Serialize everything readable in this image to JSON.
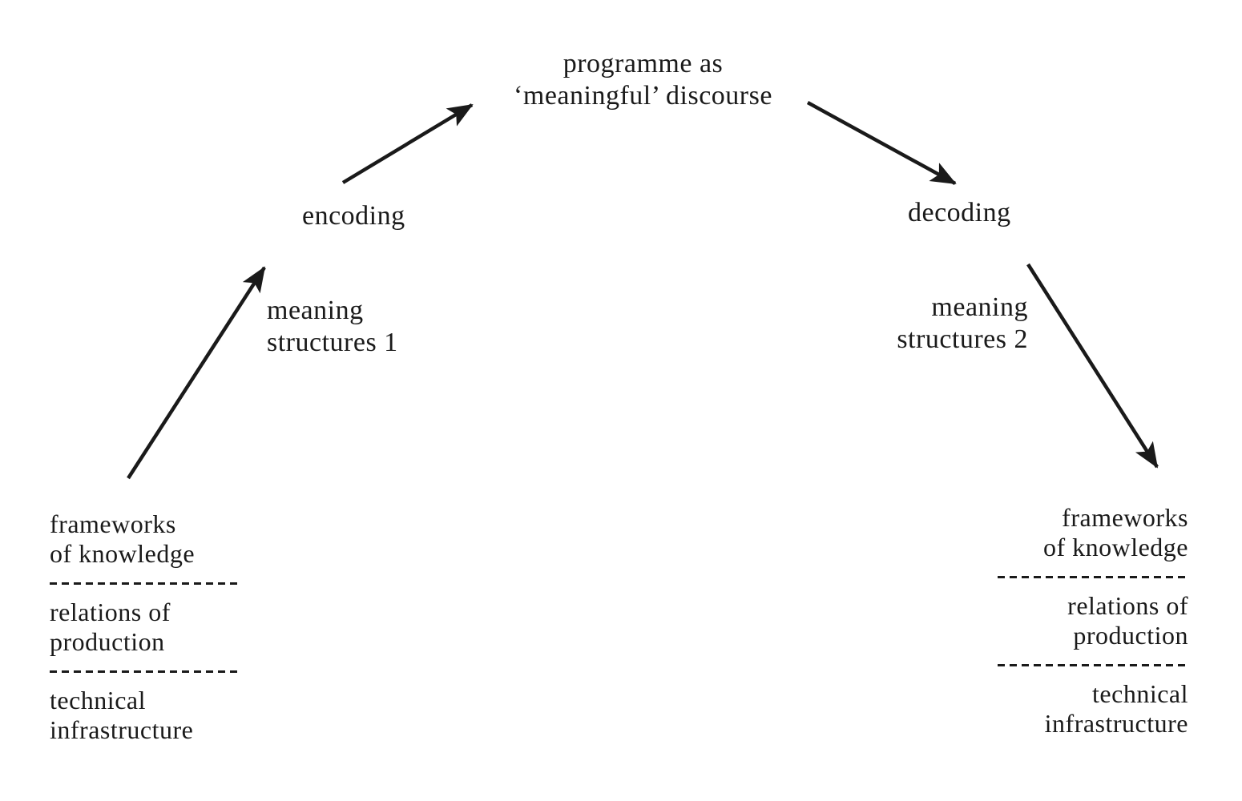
{
  "colors": {
    "background": "#ffffff",
    "ink": "#1a1a1a"
  },
  "diagram": {
    "programme_label": "programme as\n‘meaningful’ discourse",
    "encoding_label": "encoding",
    "decoding_label": "decoding",
    "meaning_structures_1_label": "meaning\nstructures 1",
    "meaning_structures_2_label": "meaning\nstructures 2",
    "encoder_stack": {
      "frameworks_label": "frameworks\nof knowledge",
      "relations_label": "relations of\nproduction",
      "technical_label": "technical\ninfrastructure"
    },
    "decoder_stack": {
      "frameworks_label": "frameworks\nof knowledge",
      "relations_label": "relations of\nproduction",
      "technical_label": "technical\ninfrastructure"
    },
    "edges": [
      {
        "from": "encoder-stack",
        "to": "encoding"
      },
      {
        "from": "encoding",
        "to": "programme"
      },
      {
        "from": "programme",
        "to": "decoding"
      },
      {
        "from": "decoding",
        "to": "decoder-stack"
      }
    ]
  }
}
